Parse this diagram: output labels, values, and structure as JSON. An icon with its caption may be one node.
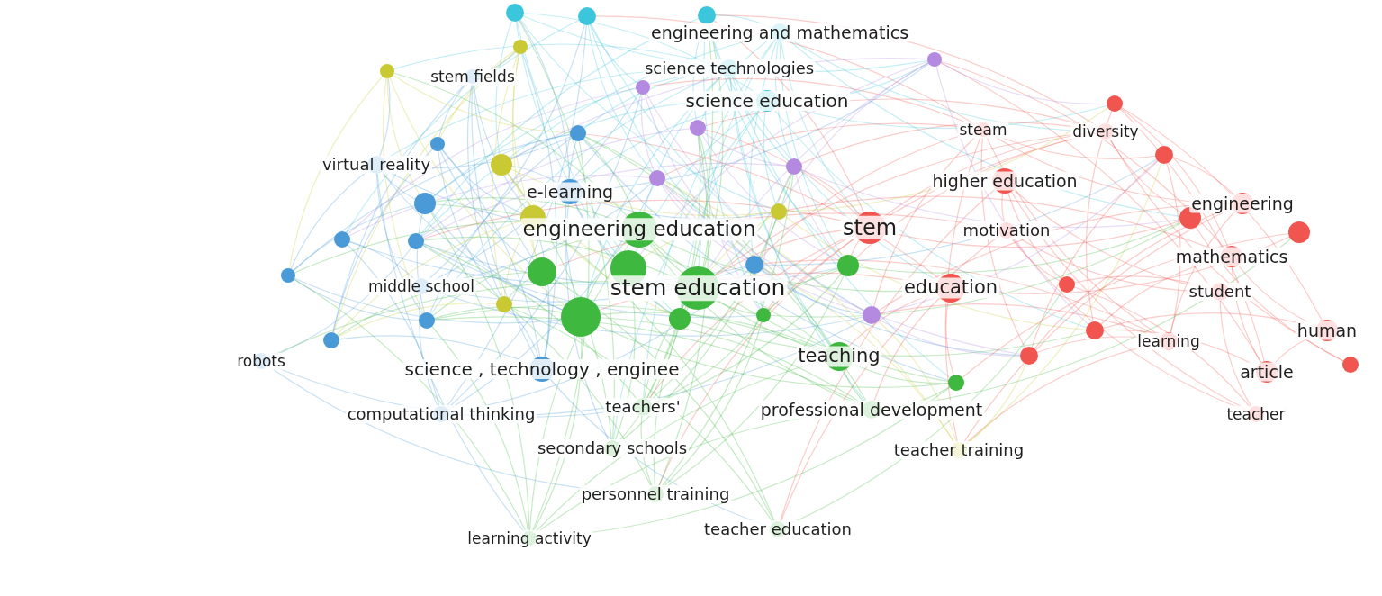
{
  "diagram": {
    "nodes": [
      {
        "text": [
          "engineering and mathematics"
        ]
      },
      {
        "text": [
          "science technologies"
        ]
      },
      {
        "text": [
          "stem fields"
        ]
      },
      {
        "text": [
          "science education"
        ]
      },
      {
        "text": [
          "steam"
        ]
      },
      {
        "text": [
          "diversity"
        ]
      },
      {
        "text": [
          "virtual reality"
        ]
      },
      {
        "text": [
          "higher education"
        ]
      },
      {
        "text": [
          "e-learning"
        ]
      },
      {
        "text": [
          "engineering"
        ]
      },
      {
        "text": [
          "stem"
        ]
      },
      {
        "text": [
          "engineering education"
        ]
      },
      {
        "text": [
          "motivation"
        ]
      },
      {
        "text": [
          "mathematics"
        ]
      },
      {
        "text": [
          "middle school"
        ]
      },
      {
        "text": [
          "stem education"
        ]
      },
      {
        "text": [
          "education"
        ]
      },
      {
        "text": [
          "student"
        ]
      },
      {
        "text": [
          "human"
        ]
      },
      {
        "text": [
          "learning"
        ]
      },
      {
        "text": [
          "robots"
        ]
      },
      {
        "text": [
          "teaching"
        ]
      },
      {
        "text": [
          "science , technology , enginee"
        ]
      },
      {
        "text": [
          "article"
        ]
      },
      {
        "text": [
          "computational thinking"
        ]
      },
      {
        "text": [
          "teachers'"
        ]
      },
      {
        "text": [
          "professional development"
        ]
      },
      {
        "text": [
          "teacher"
        ]
      },
      {
        "text": [
          "secondary schools"
        ]
      },
      {
        "text": [
          "teacher training"
        ]
      },
      {
        "text": [
          "personnel training"
        ]
      },
      {
        "text": [
          "learning activity"
        ]
      },
      {
        "text": [
          "teacher education"
        ]
      },
      {
        "text": [],
        "shape": "circle"
      },
      {
        "text": [],
        "shape": "circle"
      },
      {
        "text": [],
        "shape": "circle"
      },
      {
        "text": [],
        "shape": "circle"
      },
      {
        "text": [],
        "shape": "circle"
      },
      {
        "text": [],
        "shape": "circle"
      },
      {
        "text": [],
        "shape": "circle"
      },
      {
        "text": [],
        "shape": "circle"
      },
      {
        "text": [],
        "shape": "circle"
      },
      {
        "text": [],
        "shape": "circle"
      },
      {
        "text": [],
        "shape": "circle"
      },
      {
        "text": [],
        "shape": "circle"
      },
      {
        "text": [],
        "shape": "circle"
      },
      {
        "text": [],
        "shape": "circle"
      },
      {
        "text": [],
        "shape": "circle"
      },
      {
        "text": [],
        "shape": "circle"
      },
      {
        "text": [],
        "shape": "circle"
      },
      {
        "text": [],
        "shape": "circle"
      },
      {
        "text": [],
        "shape": "circle"
      },
      {
        "text": [],
        "shape": "circle"
      },
      {
        "text": [],
        "shape": "circle"
      },
      {
        "text": [],
        "shape": "circle"
      },
      {
        "text": [],
        "shape": "circle"
      },
      {
        "text": [],
        "shape": "circle"
      },
      {
        "text": [],
        "shape": "circle"
      },
      {
        "text": [],
        "shape": "circle"
      },
      {
        "text": [],
        "shape": "circle"
      },
      {
        "text": [],
        "shape": "circle"
      },
      {
        "text": [],
        "shape": "circle"
      },
      {
        "text": [],
        "shape": "circle"
      },
      {
        "text": [],
        "shape": "circle"
      },
      {
        "text": [],
        "shape": "circle"
      },
      {
        "text": [],
        "shape": "circle"
      },
      {
        "text": [],
        "shape": "circle"
      },
      {
        "text": [],
        "shape": "circle"
      },
      {
        "text": [],
        "shape": "circle"
      },
      {
        "text": [],
        "shape": "circle"
      },
      {
        "text": [],
        "shape": "circle"
      },
      {
        "text": [],
        "shape": "circle"
      }
    ],
    "edges": []
  }
}
